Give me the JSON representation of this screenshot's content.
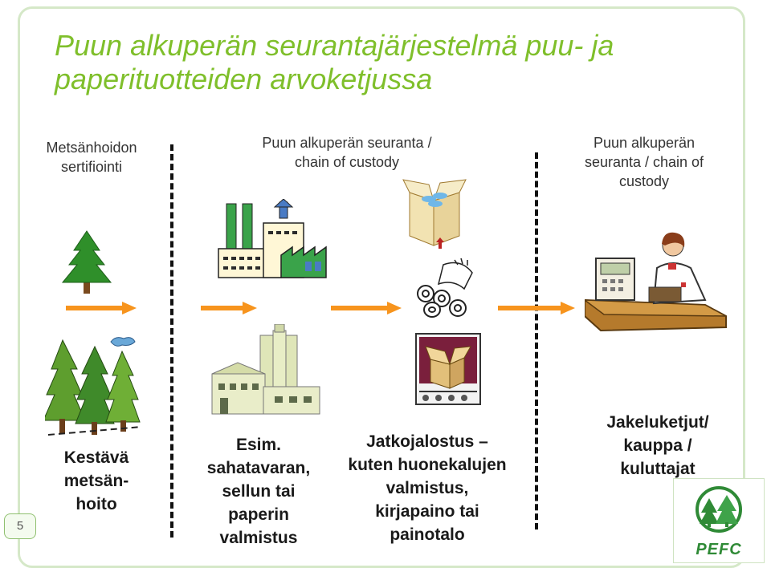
{
  "title_lines": [
    "Puun alkuperän seurantajärjestelmä puu- ja",
    "paperituotteiden arvoketjussa"
  ],
  "headers": {
    "left": [
      "Metsänhoidon",
      "sertifiointi"
    ],
    "middle": [
      "Puun alkuperän seuranta /",
      "chain of custody"
    ],
    "right": [
      "Puun alkuperän",
      "seuranta / chain of",
      "custody"
    ]
  },
  "bottom_labels": {
    "forest": [
      "Kestävä",
      "metsän-",
      "hoito"
    ],
    "mill": [
      "Esim.",
      "sahatavaran,",
      "sellun tai",
      "paperin",
      "valmistus"
    ],
    "processing": [
      "Jatkojalostus –",
      "kuten huonekalujen",
      "valmistus,",
      "kirjapaino tai",
      "painotalo"
    ],
    "retail": [
      "Jakeluketjut/",
      "kauppa /",
      "kuluttajat"
    ]
  },
  "slide_number": "5",
  "logo": {
    "text": "PEFC"
  },
  "colors": {
    "title": "#7fbf2b",
    "arrow": "#f7941d",
    "tree": "#3a9a2e",
    "divider": "#111111"
  },
  "icons": [
    "tree-icon",
    "factory-icon",
    "box-icon",
    "paper-rolls-icon",
    "cashier-icon",
    "forest-icon",
    "mill-icon",
    "packaging-icon"
  ]
}
